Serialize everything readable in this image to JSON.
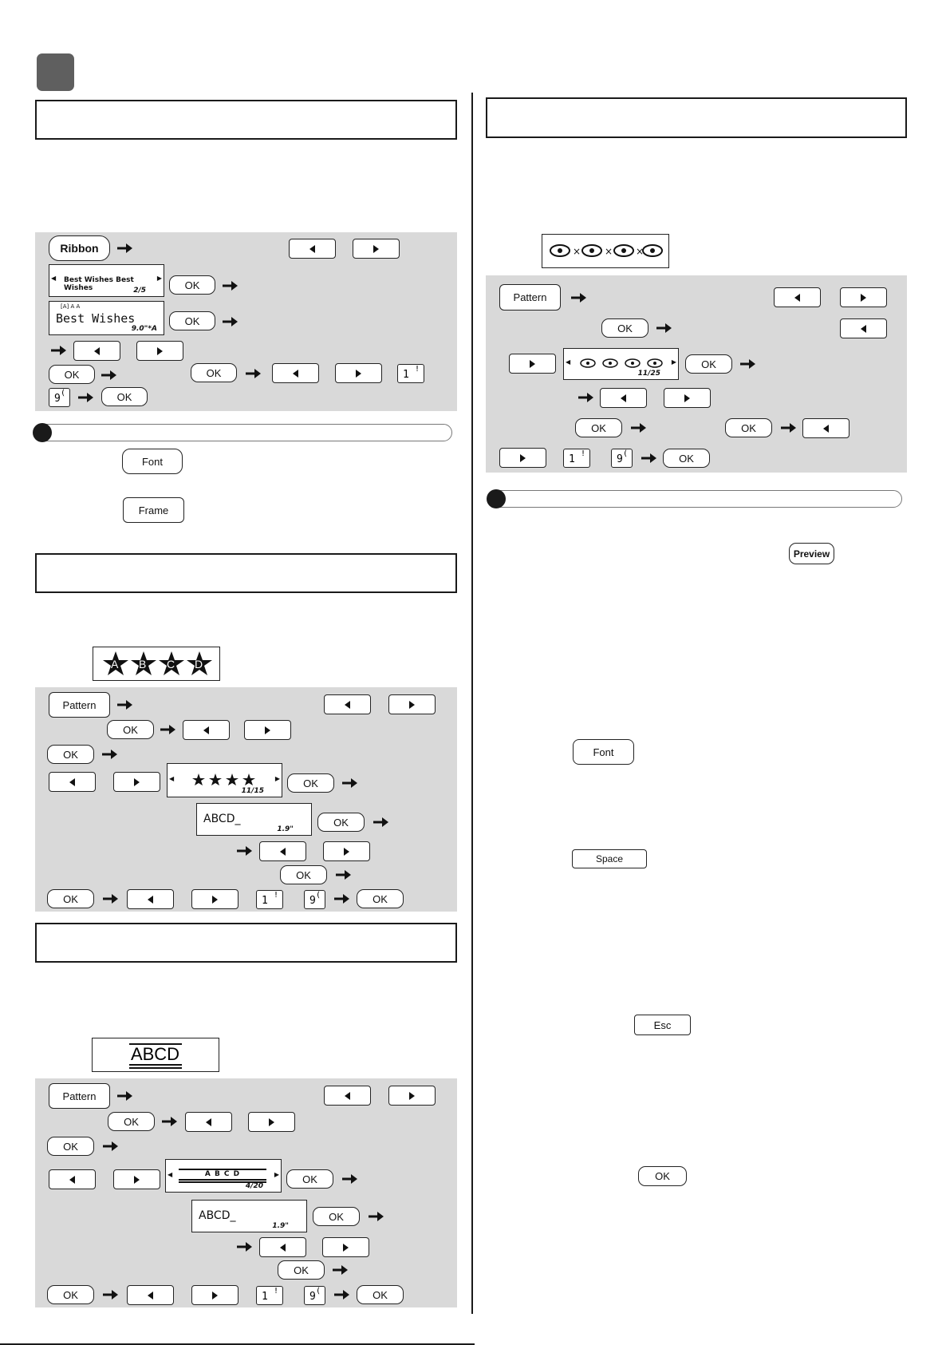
{
  "buttons": {
    "ribbon": "Ribbon",
    "pattern": "Pattern",
    "ok": "OK",
    "font": "Font",
    "frame": "Frame",
    "preview": "Preview",
    "space": "Space",
    "esc": "Esc"
  },
  "keys": {
    "one": "1",
    "one_shift": "!",
    "nine": "9",
    "nine_shift": "("
  },
  "ribbon_section": {
    "lcd1_text": "Best Wishes   Best Wishes",
    "lcd1_count": "2/5",
    "lcd2_indicator": "[A] A  A",
    "lcd2_text": "Best Wishes",
    "lcd2_len": "9.0\"*A"
  },
  "stars_section": {
    "sample_letters": [
      "A",
      "B",
      "C",
      "D"
    ],
    "lcd1_count": "11/15",
    "lcd2_text": "ABCD_",
    "lcd2_len": "1.9\""
  },
  "lines_section": {
    "sample_text": "ABCD",
    "lcd1_text": "A B C D",
    "lcd1_count": "4/20",
    "lcd2_text": "ABCD_",
    "lcd2_len": "1.9\""
  },
  "pattern_section": {
    "lcd1_count": "11/25"
  },
  "icons": {
    "left": "triangle-left-icon",
    "right": "triangle-right-icon",
    "arrow": "arrow-right-icon"
  },
  "colors": {
    "panel_gray": "#d9d9d9",
    "tab_gray": "#5f5f5f"
  }
}
